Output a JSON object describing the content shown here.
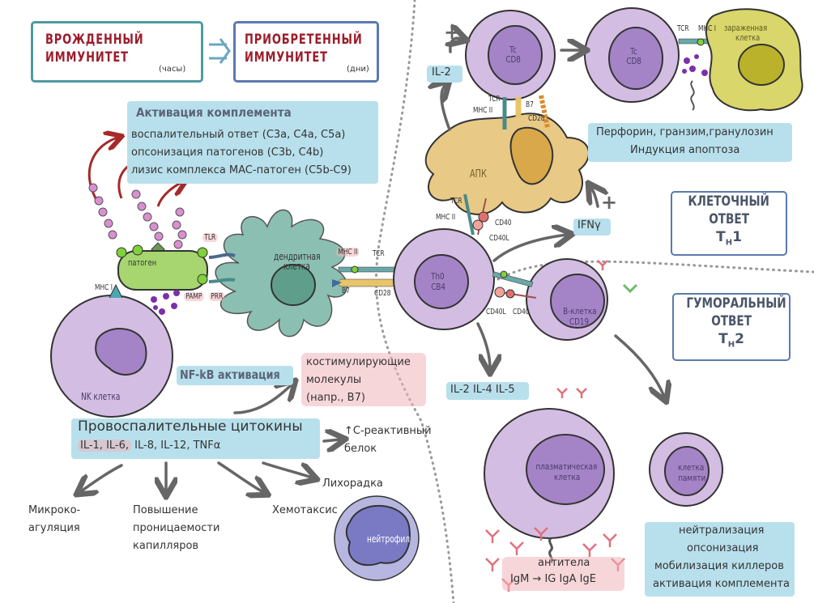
{
  "header": {
    "innate": {
      "line1": "ВРОЖДЕННЫЙ",
      "line2": "ИММУНИТЕТ",
      "caption": "(часы)",
      "icon": "clock-icon"
    },
    "adaptive": {
      "line1": "ПРИОБРЕТЕННЫЙ",
      "line2": "ИММУНИТЕТ",
      "caption": "(дни)",
      "icon": "calendar-icon"
    },
    "arrow": "double-arrow-right-icon"
  },
  "complement": {
    "title": "Активация комплемента",
    "items": [
      "воспалительный ответ (C3a, C4a, C5a)",
      "опсонизация патогенов (C3b, C4b)",
      "лизис комплекса MAC-патоген (C5b-C9)"
    ]
  },
  "innate_cells": {
    "pathogen": "патоген",
    "dendritic": {
      "line1": "дендритная",
      "line2": "клетка"
    },
    "nk": "NK клетка",
    "neutrophil": "нейтрофил"
  },
  "receptors": {
    "tlr": "TLR",
    "pamp": "PAMP",
    "prr": "PRR",
    "mhc1": "MHC I",
    "mhc2": "MHC II",
    "tcr": "TCR",
    "b7": "B7",
    "cd28": "CD28",
    "cd40": "CD40",
    "cd40l": "CD40L"
  },
  "nfkb": "NF-kB активация",
  "costim": {
    "line1": "костимулирующие",
    "line2": "молекулы",
    "line3": "(напр., B7)"
  },
  "cytokines": {
    "title": "Провоспалительные цитокины",
    "list_highlighted": "IL-1, IL-6,",
    "list_rest": " IL-8, IL-12, TNFα"
  },
  "effects": {
    "crp": {
      "line1": "↑C-реактивный",
      "line2": "белок"
    },
    "fever": "Лихорадка",
    "chemotaxis": "Хемотаксис",
    "microcoag": {
      "line1": "Микроко-",
      "line2": "агуляция"
    },
    "permeability": {
      "line1": "Повышение",
      "line2": "проницаемости",
      "line3": "капилляров"
    }
  },
  "adaptive_cells": {
    "tc1": {
      "line1": "Tc",
      "line2": "CD8"
    },
    "tc2": {
      "line1": "Tc",
      "line2": "CD8"
    },
    "infected": {
      "line1": "зараженная",
      "line2": "клетка"
    },
    "apc": "АПК",
    "th0": {
      "line1": "Th0",
      "line2": "CB4"
    },
    "bcell": {
      "line1": "B-клетка",
      "line2": "CD19"
    },
    "plasma": {
      "line1": "плазматическая",
      "line2": "клетка"
    },
    "memory": {
      "line1": "клетка",
      "line2": "памяти"
    }
  },
  "il2": "IL-2",
  "ifng": "IFNγ",
  "plus": "+",
  "th2_cytokines": "IL-2 IL-4 IL-5",
  "cytotoxic": {
    "line1": "Перфорин, гранзим,гранулозин",
    "line2": "Индукция апоптоза"
  },
  "responses": {
    "cellular": {
      "line1": "КЛЕТОЧНЫЙ",
      "line2": "ОТВЕТ",
      "t": "T",
      "sub": "H",
      "num": "1"
    },
    "humoral": {
      "line1": "ГУМОРАЛЬНЫЙ",
      "line2": "ОТВЕТ",
      "t": "T",
      "sub": "H",
      "num": "2"
    }
  },
  "antibodies": {
    "line1": "антитела",
    "line2": "IgM → IG IgA IgE"
  },
  "antibody_functions": [
    "нейтрализация",
    "опсонизация",
    "мобилизация киллеров",
    "активация комплемента"
  ],
  "colors": {
    "title_red": "#9b1c2a",
    "innate_border": "#4f9aa0",
    "adaptive_border": "#5a7ab0",
    "info_blue": "#b8e0ec",
    "lymphocyte": "#d4bde3",
    "nucleus": "#a484c6",
    "dendritic": "#8bbfb2",
    "apc": "#e8c985",
    "infected": "#d9d66b",
    "pathogen": "#a7d670",
    "antibody": "#e0707e"
  }
}
